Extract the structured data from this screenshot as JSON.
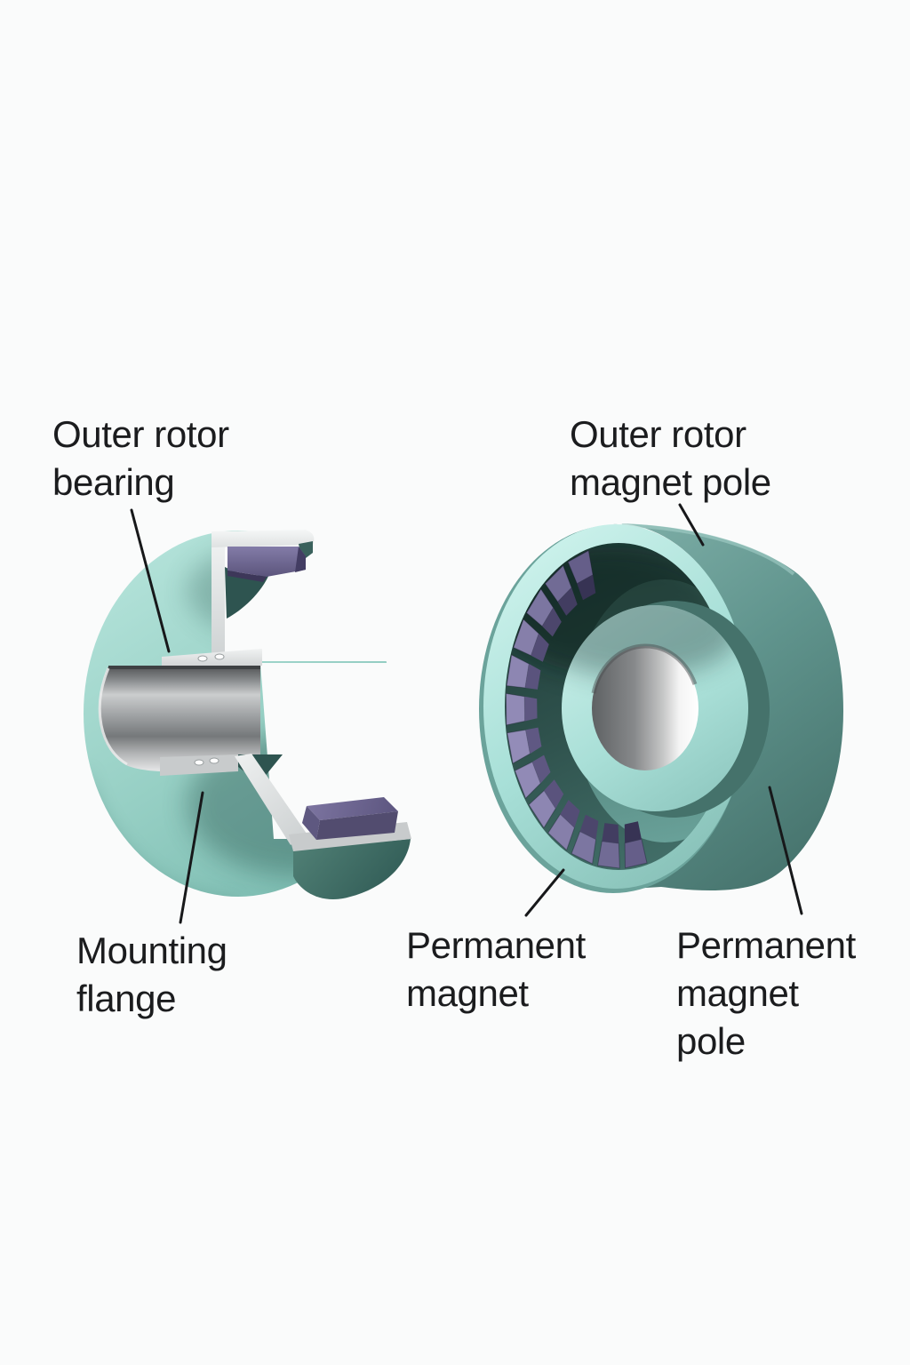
{
  "labels": {
    "outer_rotor_bearing": "Outer rotor\nbearing",
    "outer_rotor_magnet_pole": "Outer rotor\nmagnet pole",
    "mounting_flange": "Mounting\nflange",
    "permanent_magnet": "Permanent\nmagnet",
    "permanent_magnet_pole": "Permanent\nmagnet\npole"
  },
  "diagram": {
    "magnet_count": 13,
    "leader_line_color": "#17181a"
  },
  "colors": {
    "background": "#fafbfb",
    "text": "#1b1c1e",
    "teal_light": "#a5ded6",
    "teal_mid": "#7cbcb1",
    "teal_dark": "#416d66",
    "cavity_dark": "#1f3c38",
    "magnet_purple_light": "#938cb8",
    "magnet_purple_dark": "#4d4770",
    "cut_face_white": "#eef0f0",
    "metal_gray": "#9b9ea0"
  }
}
